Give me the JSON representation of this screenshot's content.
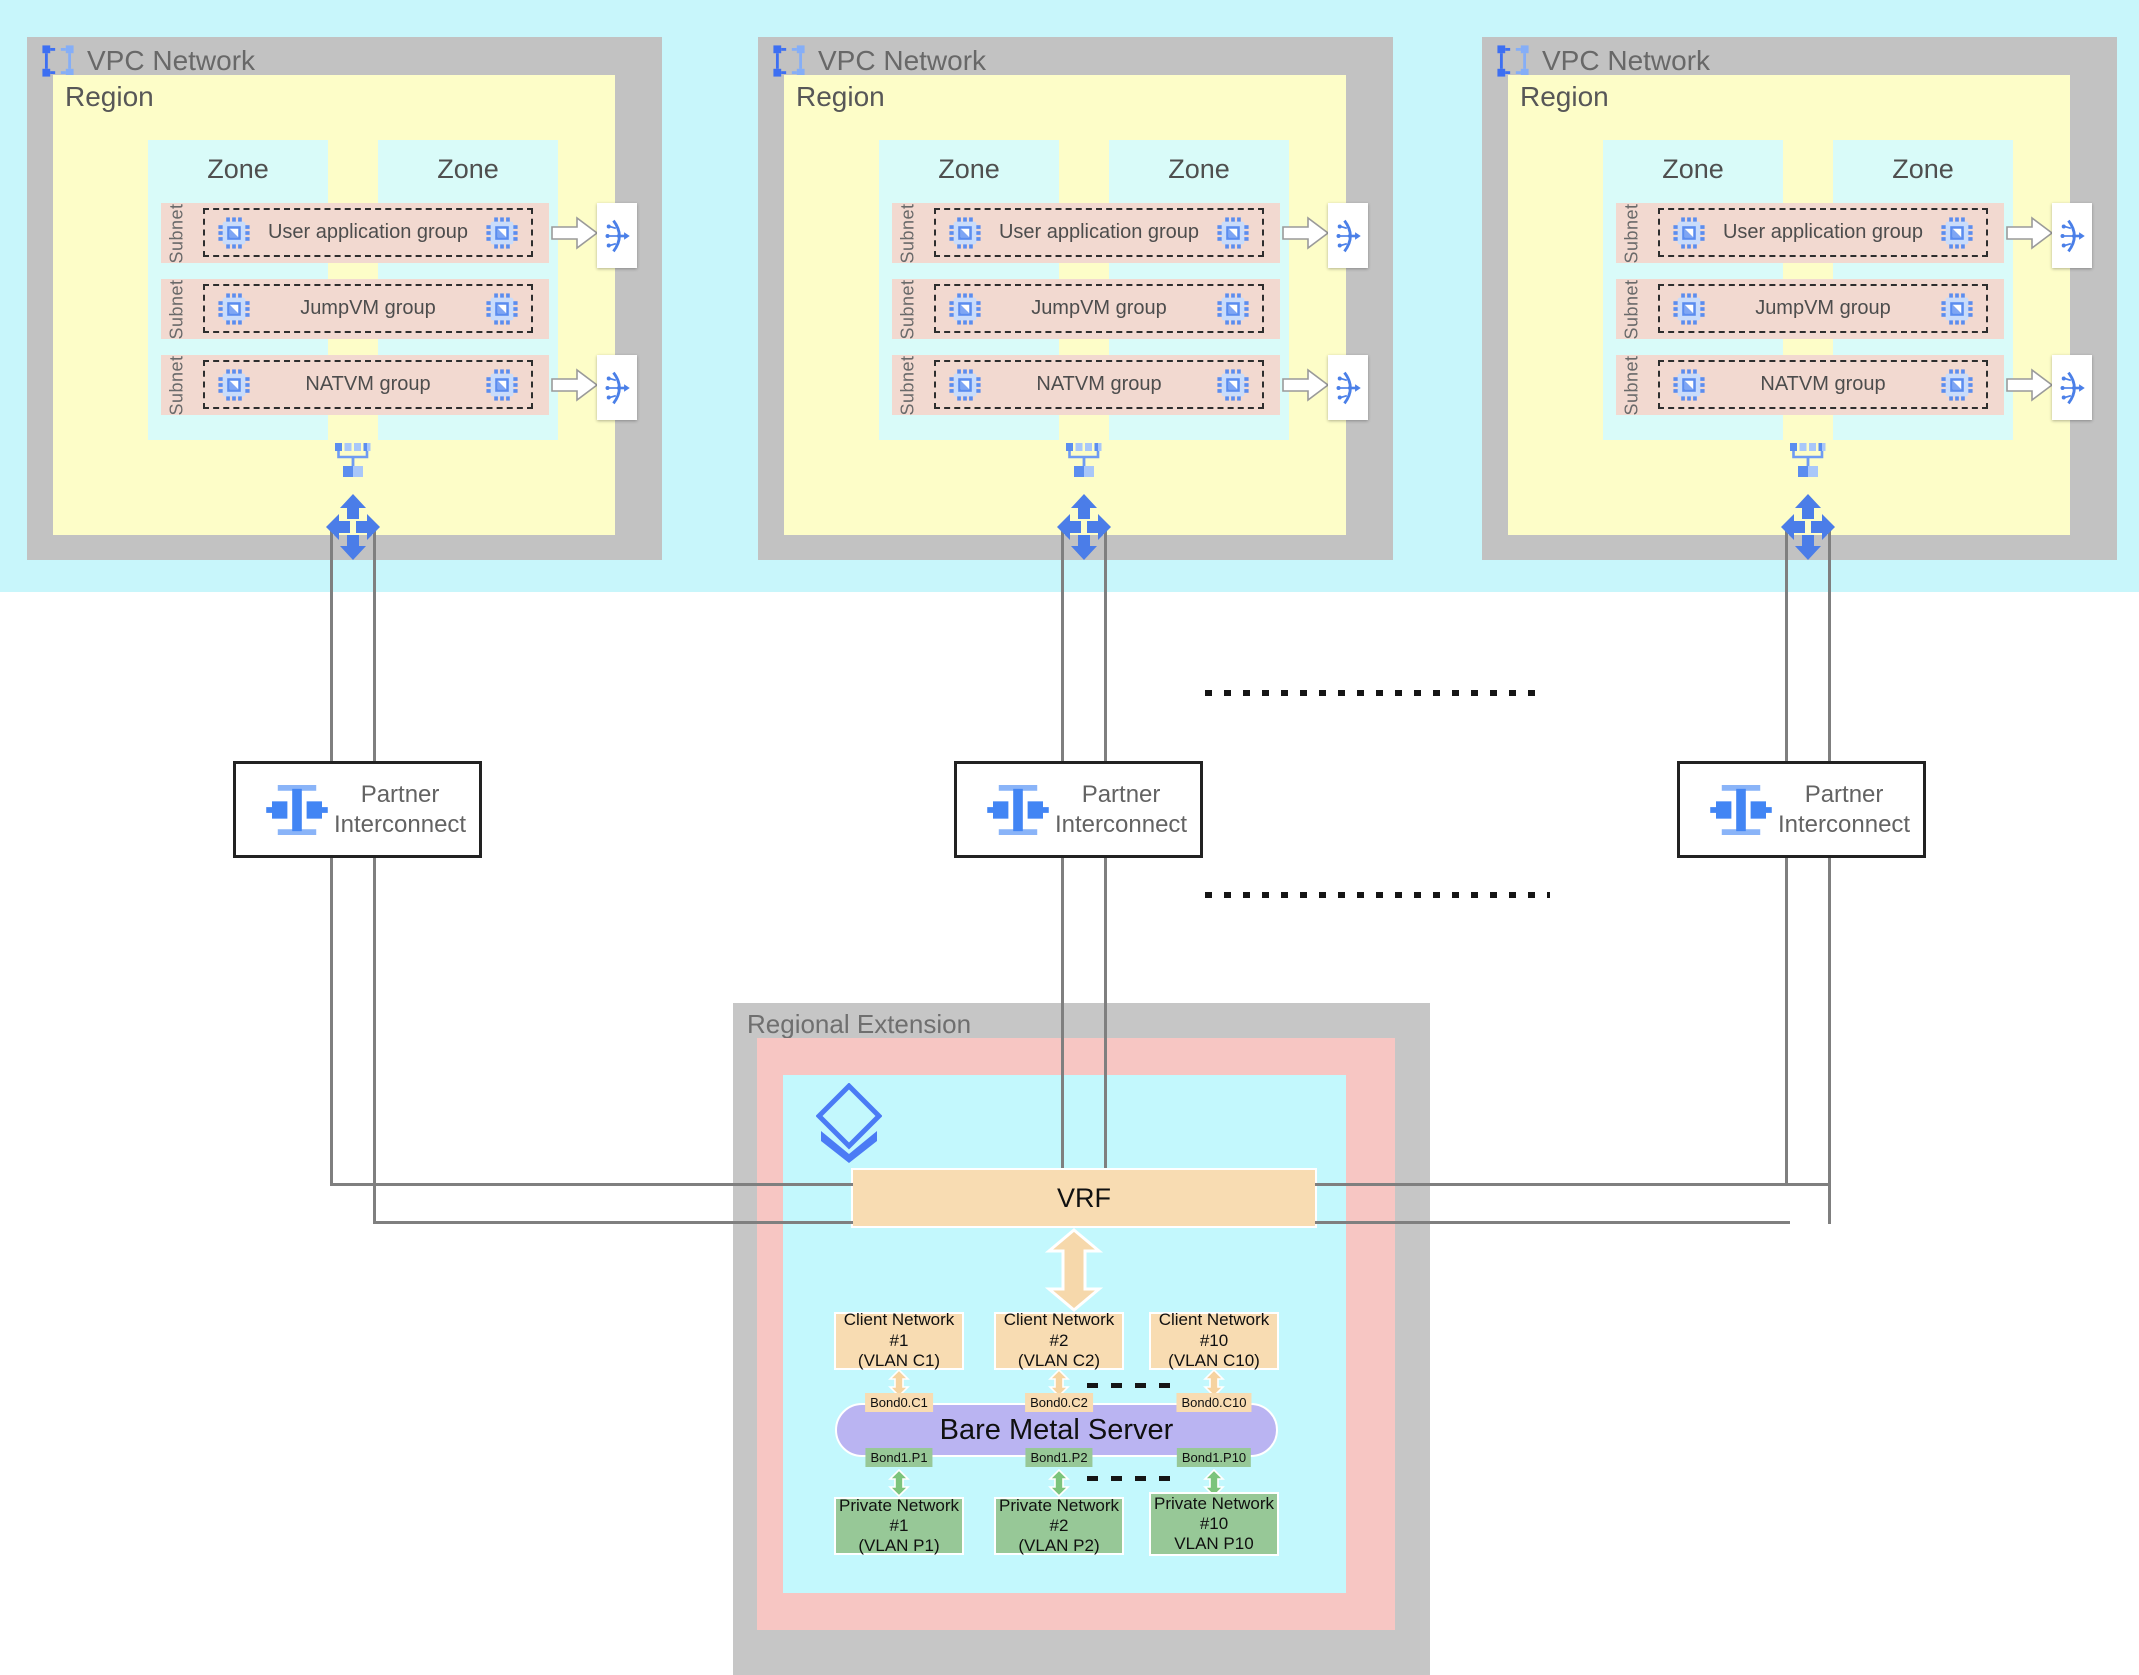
{
  "colors": {
    "top_band": "#c8f6fb",
    "vpc_box_gray": "#c2c2c2",
    "region_yellow": "#fdfdc8",
    "zone_cyan": "#d9fbf9",
    "subnet_pink": "#f2d9d0",
    "primary_blue": "#4285f4",
    "light_blue": "#8ab4f8",
    "connector_gray": "#7f7f7f",
    "extension_gray": "#c6c6c6",
    "extension_pink": "#f7c6c3",
    "extension_cyan": "#c3f8fd",
    "vrf_tan": "#f8dcb2",
    "server_lavender": "#bab4f2",
    "private_green": "#97c897"
  },
  "vpc_networks": [
    {
      "title": "VPC Network",
      "region": "Region",
      "zones": [
        "Zone",
        "Zone"
      ],
      "subnets": [
        {
          "label": "Subnet",
          "group": "User application group"
        },
        {
          "label": "Subnet",
          "group": "JumpVM group"
        },
        {
          "label": "Subnet",
          "group": "NATVM group"
        }
      ]
    },
    {
      "title": "VPC Network",
      "region": "Region",
      "zones": [
        "Zone",
        "Zone"
      ],
      "subnets": [
        {
          "label": "Subnet",
          "group": "User application group"
        },
        {
          "label": "Subnet",
          "group": "JumpVM group"
        },
        {
          "label": "Subnet",
          "group": "NATVM group"
        }
      ]
    },
    {
      "title": "VPC Network",
      "region": "Region",
      "zones": [
        "Zone",
        "Zone"
      ],
      "subnets": [
        {
          "label": "Subnet",
          "group": "User application group"
        },
        {
          "label": "Subnet",
          "group": "JumpVM group"
        },
        {
          "label": "Subnet",
          "group": "NATVM group"
        }
      ]
    }
  ],
  "partner_interconnects": [
    {
      "label": "Partner Interconnect"
    },
    {
      "label": "Partner Interconnect"
    },
    {
      "label": "Partner Interconnect"
    }
  ],
  "regional_extension": {
    "title": "Regional Extension",
    "vrf_label": "VRF",
    "client_networks": [
      {
        "name": "Client Network #1",
        "vlan": "(VLAN C1)",
        "bond": "Bond0.C1"
      },
      {
        "name": "Client Network #2",
        "vlan": "(VLAN C2)",
        "bond": "Bond0.C2"
      },
      {
        "name": "Client Network #10",
        "vlan": "(VLAN C10)",
        "bond": "Bond0.C10"
      }
    ],
    "server_label": "Bare Metal Server",
    "private_networks": [
      {
        "name": "Private Network #1",
        "vlan": "(VLAN P1)",
        "bond": "Bond1.P1"
      },
      {
        "name": "Private Network #2",
        "vlan": "(VLAN P2)",
        "bond": "Bond1.P2"
      },
      {
        "name": "Private Network #10",
        "vlan": "VLAN P10",
        "bond": "Bond1.P10"
      }
    ]
  }
}
